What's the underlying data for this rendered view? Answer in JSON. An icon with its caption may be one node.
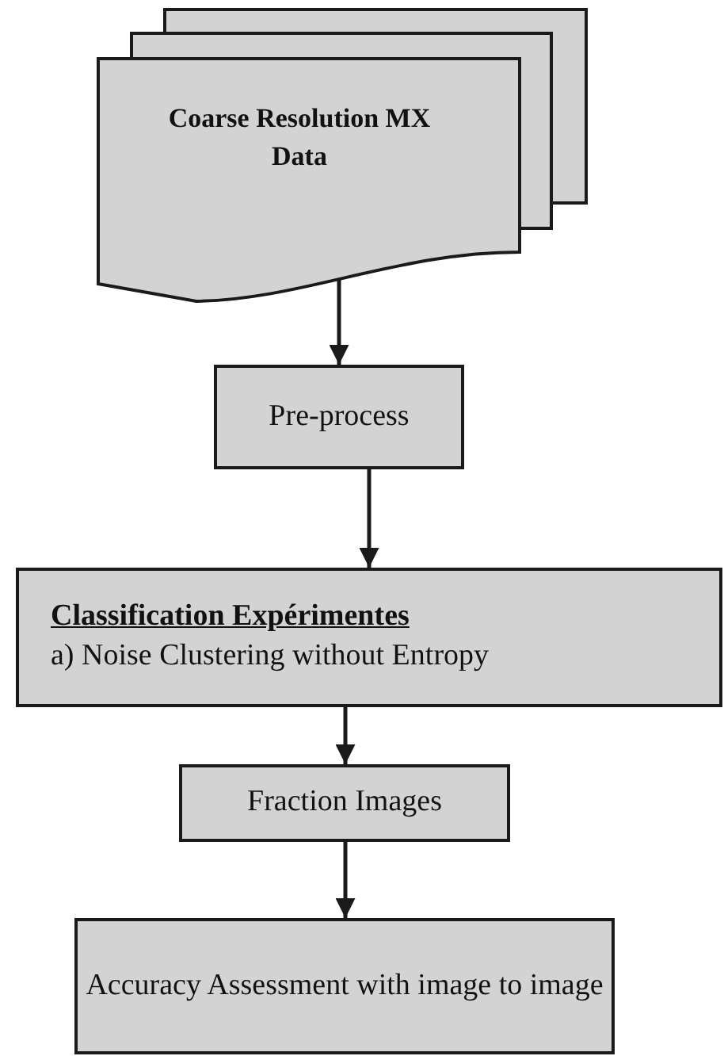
{
  "diagram": {
    "nodes": [
      {
        "text": [
          "Coarse Resolution MX Data"
        ]
      },
      {
        "text": [
          "Pre-process"
        ]
      },
      {
        "text": [
          "Classification Expérimentes",
          "a) Noise Clustering without Entropy"
        ]
      },
      {
        "text": [
          "Fraction Images"
        ]
      },
      {
        "text": [
          "Accuracy Assessment with image to image"
        ]
      }
    ],
    "edges": [
      {
        "from": 0,
        "to": 1,
        "arrow": "to"
      },
      {
        "from": 1,
        "to": 2,
        "arrow": "to"
      },
      {
        "from": 2,
        "to": 3,
        "arrow": "to"
      },
      {
        "from": 3,
        "to": 4,
        "arrow": "to"
      }
    ]
  }
}
